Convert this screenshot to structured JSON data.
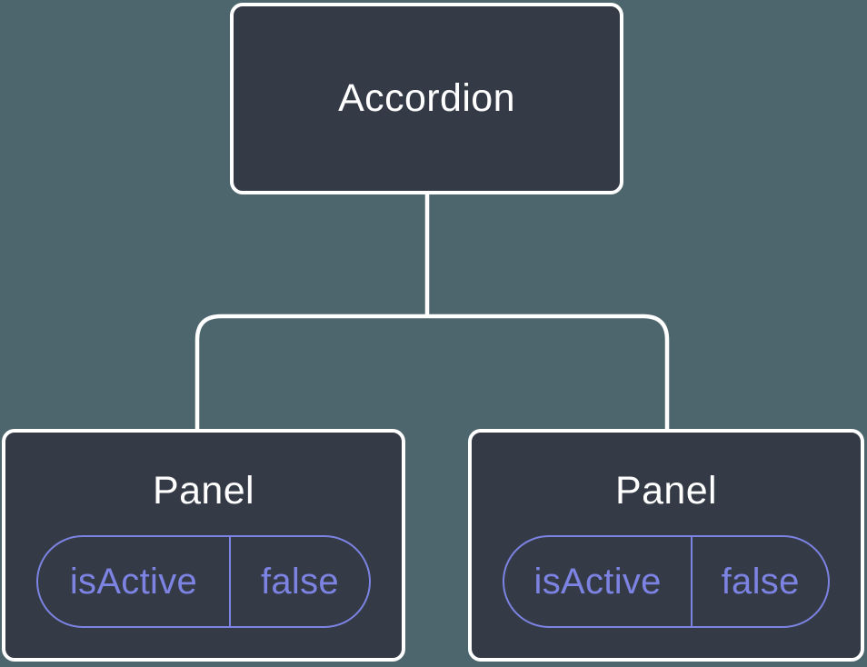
{
  "diagram": {
    "root_node": {
      "label": "Accordion"
    },
    "panels": [
      {
        "label": "Panel",
        "prop": {
          "name": "isActive",
          "value": "false"
        }
      },
      {
        "label": "Panel",
        "prop": {
          "name": "isActive",
          "value": "false"
        }
      }
    ],
    "colors": {
      "background": "#4D666D",
      "node_fill": "#343A46",
      "node_border": "#FFFFFF",
      "node_text": "#FFFFFF",
      "prop_accent": "#7C83E2",
      "connector": "#FFFFFF"
    }
  }
}
